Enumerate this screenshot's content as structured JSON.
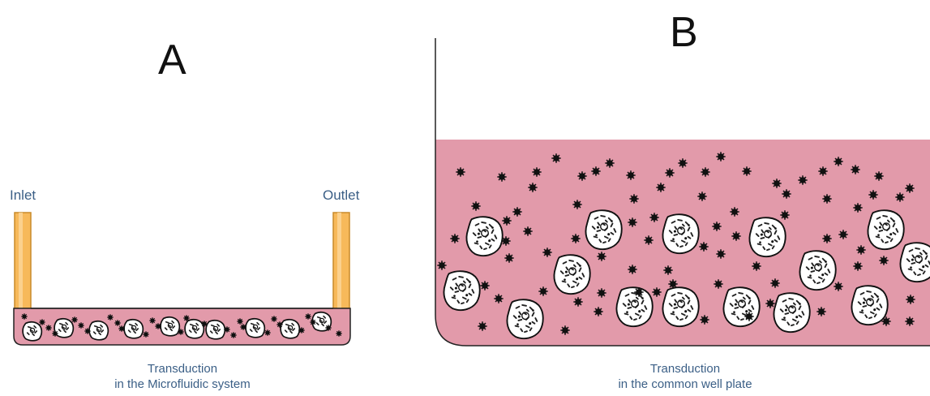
{
  "panels": [
    {
      "letter": "A",
      "inlet_label": "Inlet",
      "outlet_label": "Outlet",
      "caption_line1": "Transduction",
      "caption_line2": "in the Microfluidic system"
    },
    {
      "letter": "B",
      "caption_line1": "Transduction",
      "caption_line2": "in the common well plate"
    }
  ],
  "colors": {
    "medium": "#e29aaa",
    "tube": "#f7b95a",
    "tube_edge": "#c98a2a",
    "vector": "#111111",
    "cell_fill": "#ffffff",
    "text": "#3b5f86"
  },
  "icons": {
    "cell": "cell-icon",
    "vector": "viral-vector-icon",
    "tube": "tube-icon"
  }
}
